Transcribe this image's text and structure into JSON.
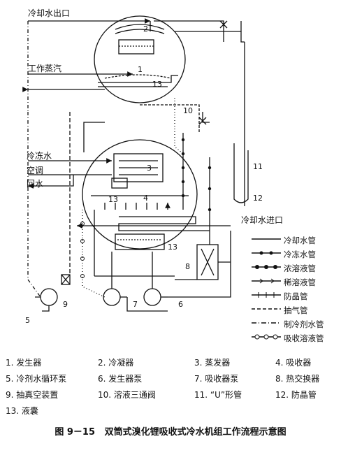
{
  "labels": {
    "cooling_water_out": "冷却水出口",
    "working_steam": "工作蒸汽",
    "chilled_water": "冷冻水",
    "ac_return_1": "空调",
    "ac_return_2": "回水",
    "cooling_water_in": "冷却水进口"
  },
  "numbers": [
    "1",
    "2",
    "3",
    "4",
    "5",
    "6",
    "7",
    "8",
    "9",
    "10",
    "11",
    "12",
    "13",
    "13",
    "13"
  ],
  "legend": [
    {
      "line": "solid",
      "label": "冷却水管"
    },
    {
      "line": "dot-solid",
      "label": "冷冻水管"
    },
    {
      "line": "bead",
      "label": "浓溶液管"
    },
    {
      "line": "arrow",
      "label": "稀溶液管"
    },
    {
      "line": "tick",
      "label": "防晶管"
    },
    {
      "line": "dash",
      "label": "抽气管"
    },
    {
      "line": "dashdot",
      "label": "制冷剂水管"
    },
    {
      "line": "circle",
      "label": "吸收溶液管"
    }
  ],
  "components": [
    "1. 发生器",
    "2. 冷凝器",
    "3. 蒸发器",
    "4. 吸收器",
    "5. 冷剂水循环泵",
    "6. 发生器泵",
    "7. 吸收器泵",
    "8. 热交换器",
    "9. 抽真空装置",
    "10. 溶液三通阀",
    "11. “U”形管",
    "12. 防晶管",
    "13. 液囊"
  ],
  "caption": {
    "figure_no": "图 9－15",
    "title": "双筒式溴化锂吸收式冷水机组工作流程示意图"
  }
}
